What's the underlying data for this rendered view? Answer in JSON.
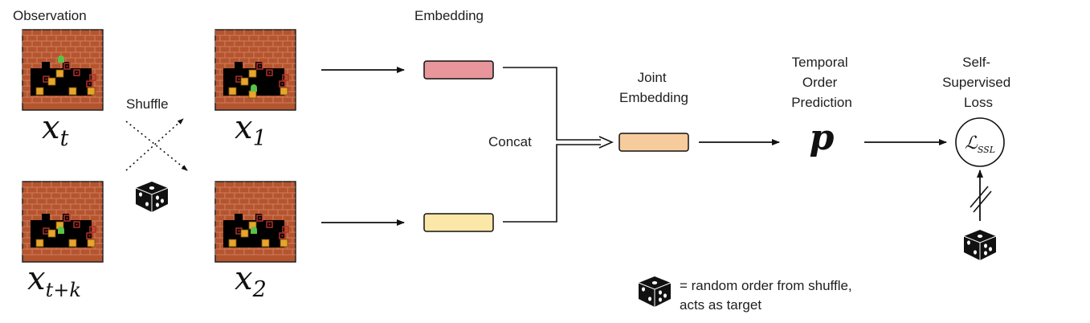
{
  "labels": {
    "observation": "Observation",
    "shuffle": "Shuffle",
    "embedding": "Embedding",
    "concat": "Concat",
    "joint_embedding": [
      "Joint",
      "Embedding"
    ],
    "temporal_order_prediction": [
      "Temporal",
      "Order",
      "Prediction"
    ],
    "self_supervised_loss": [
      "Self-",
      "Supervised",
      "Loss"
    ]
  },
  "math": {
    "x_t": {
      "base": "x",
      "sub": "t"
    },
    "x_t_plus_k": {
      "base": "x",
      "sub": "t+k"
    },
    "x_1": {
      "base": "x",
      "sub": "1"
    },
    "x_2": {
      "base": "x",
      "sub": "2"
    },
    "p": "p",
    "loss": {
      "base": "ℒ",
      "sub": "SSL"
    }
  },
  "legend": {
    "line1": "= random order from shuffle,",
    "line2": "acts as target"
  },
  "colors": {
    "embedding_top": "#e8959c",
    "embedding_bottom": "#fbe7a8",
    "joint_embedding": "#f7cc9c",
    "brick": "#b4552f",
    "mortar": "#d9886a",
    "floor": "#000000",
    "box": "#e6a52c",
    "target": "#b0302a",
    "agent": "#5cc246"
  }
}
